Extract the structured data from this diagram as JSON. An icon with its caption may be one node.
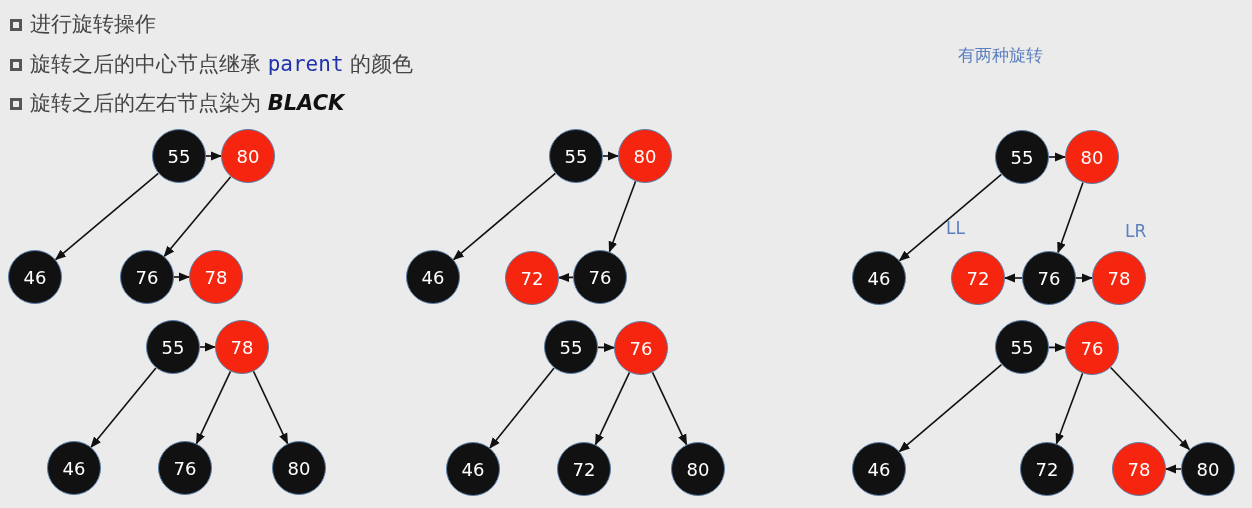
{
  "diagram": {
    "nodes": [
      {
        "text": [
          "55"
        ]
      },
      {
        "text": [
          "80"
        ]
      },
      {
        "text": [
          "46"
        ]
      },
      {
        "text": [
          "76"
        ]
      },
      {
        "text": [
          "78"
        ]
      },
      {
        "text": [
          "55"
        ]
      },
      {
        "text": [
          "78"
        ]
      },
      {
        "text": [
          "46"
        ]
      },
      {
        "text": [
          "76"
        ]
      },
      {
        "text": [
          "80"
        ]
      },
      {
        "text": [
          "55"
        ]
      },
      {
        "text": [
          "80"
        ]
      },
      {
        "text": [
          "46"
        ]
      },
      {
        "text": [
          "72"
        ]
      },
      {
        "text": [
          "76"
        ]
      },
      {
        "text": [
          "55"
        ]
      },
      {
        "text": [
          "76"
        ]
      },
      {
        "text": [
          "46"
        ]
      },
      {
        "text": [
          "72"
        ]
      },
      {
        "text": [
          "80"
        ]
      },
      {
        "text": [
          "55"
        ]
      },
      {
        "text": [
          "80"
        ]
      },
      {
        "text": [
          "46"
        ]
      },
      {
        "text": [
          "72"
        ]
      },
      {
        "text": [
          "76"
        ]
      },
      {
        "text": [
          "78"
        ]
      },
      {
        "text": [
          "55"
        ]
      },
      {
        "text": [
          "76"
        ]
      },
      {
        "text": [
          "46"
        ]
      },
      {
        "text": [
          "72"
        ]
      },
      {
        "text": [
          "78"
        ]
      },
      {
        "text": [
          "80"
        ]
      }
    ],
    "edges": [
      {
        "from": 0,
        "to": 1,
        "arrow": "to"
      },
      {
        "from": 0,
        "to": 2,
        "arrow": "to"
      },
      {
        "from": 1,
        "to": 3,
        "arrow": "to"
      },
      {
        "from": 3,
        "to": 4,
        "arrow": "to"
      },
      {
        "from": 5,
        "to": 6,
        "arrow": "to"
      },
      {
        "from": 5,
        "to": 7,
        "arrow": "to"
      },
      {
        "from": 6,
        "to": 8,
        "arrow": "to"
      },
      {
        "from": 6,
        "to": 9,
        "arrow": "to"
      },
      {
        "from": 10,
        "to": 11,
        "arrow": "to"
      },
      {
        "from": 10,
        "to": 12,
        "arrow": "to"
      },
      {
        "from": 11,
        "to": 14,
        "arrow": "to"
      },
      {
        "from": 14,
        "to": 13,
        "arrow": "to"
      },
      {
        "from": 15,
        "to": 16,
        "arrow": "to"
      },
      {
        "from": 15,
        "to": 17,
        "arrow": "to"
      },
      {
        "from": 16,
        "to": 18,
        "arrow": "to"
      },
      {
        "from": 16,
        "to": 19,
        "arrow": "to"
      },
      {
        "from": 20,
        "to": 21,
        "arrow": "to"
      },
      {
        "from": 20,
        "to": 22,
        "arrow": "to"
      },
      {
        "from": 21,
        "to": 24,
        "arrow": "to"
      },
      {
        "from": 24,
        "to": 23,
        "arrow": "to"
      },
      {
        "from": 24,
        "to": 25,
        "arrow": "to"
      },
      {
        "from": 26,
        "to": 27,
        "arrow": "to"
      },
      {
        "from": 26,
        "to": 28,
        "arrow": "to"
      },
      {
        "from": 27,
        "to": 29,
        "arrow": "to"
      },
      {
        "from": 27,
        "to": 31,
        "arrow": "to"
      },
      {
        "from": 31,
        "to": 30,
        "arrow": "to"
      }
    ],
    "labels": [
      "进行旋转操作",
      "旋转之后的中心节点继承 *parent* 的颜色",
      "旋转之后的左右节点染为 **BLACK**",
      "有两种旋转",
      "LL",
      "LR"
    ]
  }
}
